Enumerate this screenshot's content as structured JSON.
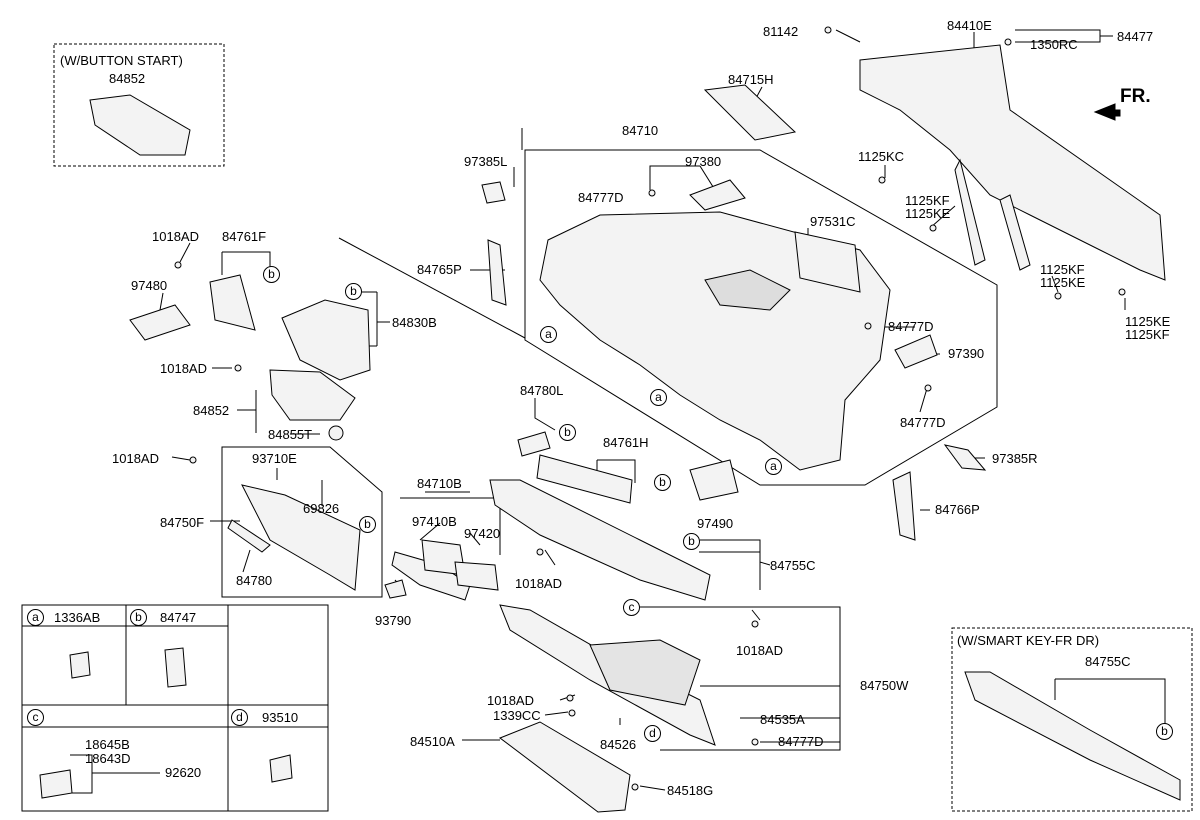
{
  "boxes": {
    "button_start": "(W/BUTTON START)",
    "smart_key": "(W/SMART KEY-FR DR)"
  },
  "direction_marker": "FR.",
  "legend": [
    {
      "letter": "a",
      "part": "1336AB"
    },
    {
      "letter": "b",
      "part": "84747"
    },
    {
      "letter": "c",
      "part": ""
    },
    {
      "letter": "d",
      "part": "93510"
    }
  ],
  "legend_c_parts": [
    "18645B",
    "18643D",
    "92620"
  ],
  "part_labels": {
    "p84852_top": "84852",
    "p81142": "81142",
    "p84410E": "84410E",
    "p84477": "84477",
    "p1350RC": "1350RC",
    "p84715H": "84715H",
    "p84710": "84710",
    "p97385L": "97385L",
    "p97380": "97380",
    "p84777D_a": "84777D",
    "p1125KC": "1125KC",
    "p1125KF_a": "1125KF",
    "p1125KE_a": "1125KE",
    "p1018AD_a": "1018AD",
    "p84761F": "84761F",
    "p97531C": "97531C",
    "p97480": "97480",
    "p84765P": "84765P",
    "p1125KF_b": "1125KF",
    "p1125KE_b": "1125KE",
    "p84830B": "84830B",
    "p84777D_b": "84777D",
    "p1125KE_c": "1125KE",
    "p1125KF_c": "1125KF",
    "p1018AD_b": "1018AD",
    "p97390": "97390",
    "p84852_mid": "84852",
    "p84780L": "84780L",
    "p84777D_c": "84777D",
    "p84855T": "84855T",
    "p84761H": "84761H",
    "p97385R": "97385R",
    "p1018AD_c": "1018AD",
    "p93710E": "93710E",
    "p84710B": "84710B",
    "p69826": "69826",
    "p97490": "97490",
    "p84766P": "84766P",
    "p84750F": "84750F",
    "p97410B": "97410B",
    "p97420": "97420",
    "p84755C": "84755C",
    "p1018AD_d": "1018AD",
    "p84780": "84780",
    "p93790": "93790",
    "p1018AD_e": "1018AD",
    "p84755C_sk": "84755C",
    "p84750W": "84750W",
    "p1018AD_f": "1018AD",
    "p1339CC": "1339CC",
    "p84535A": "84535A",
    "p84510A": "84510A",
    "p84526": "84526",
    "p84777D_d": "84777D",
    "p84518G": "84518G"
  }
}
